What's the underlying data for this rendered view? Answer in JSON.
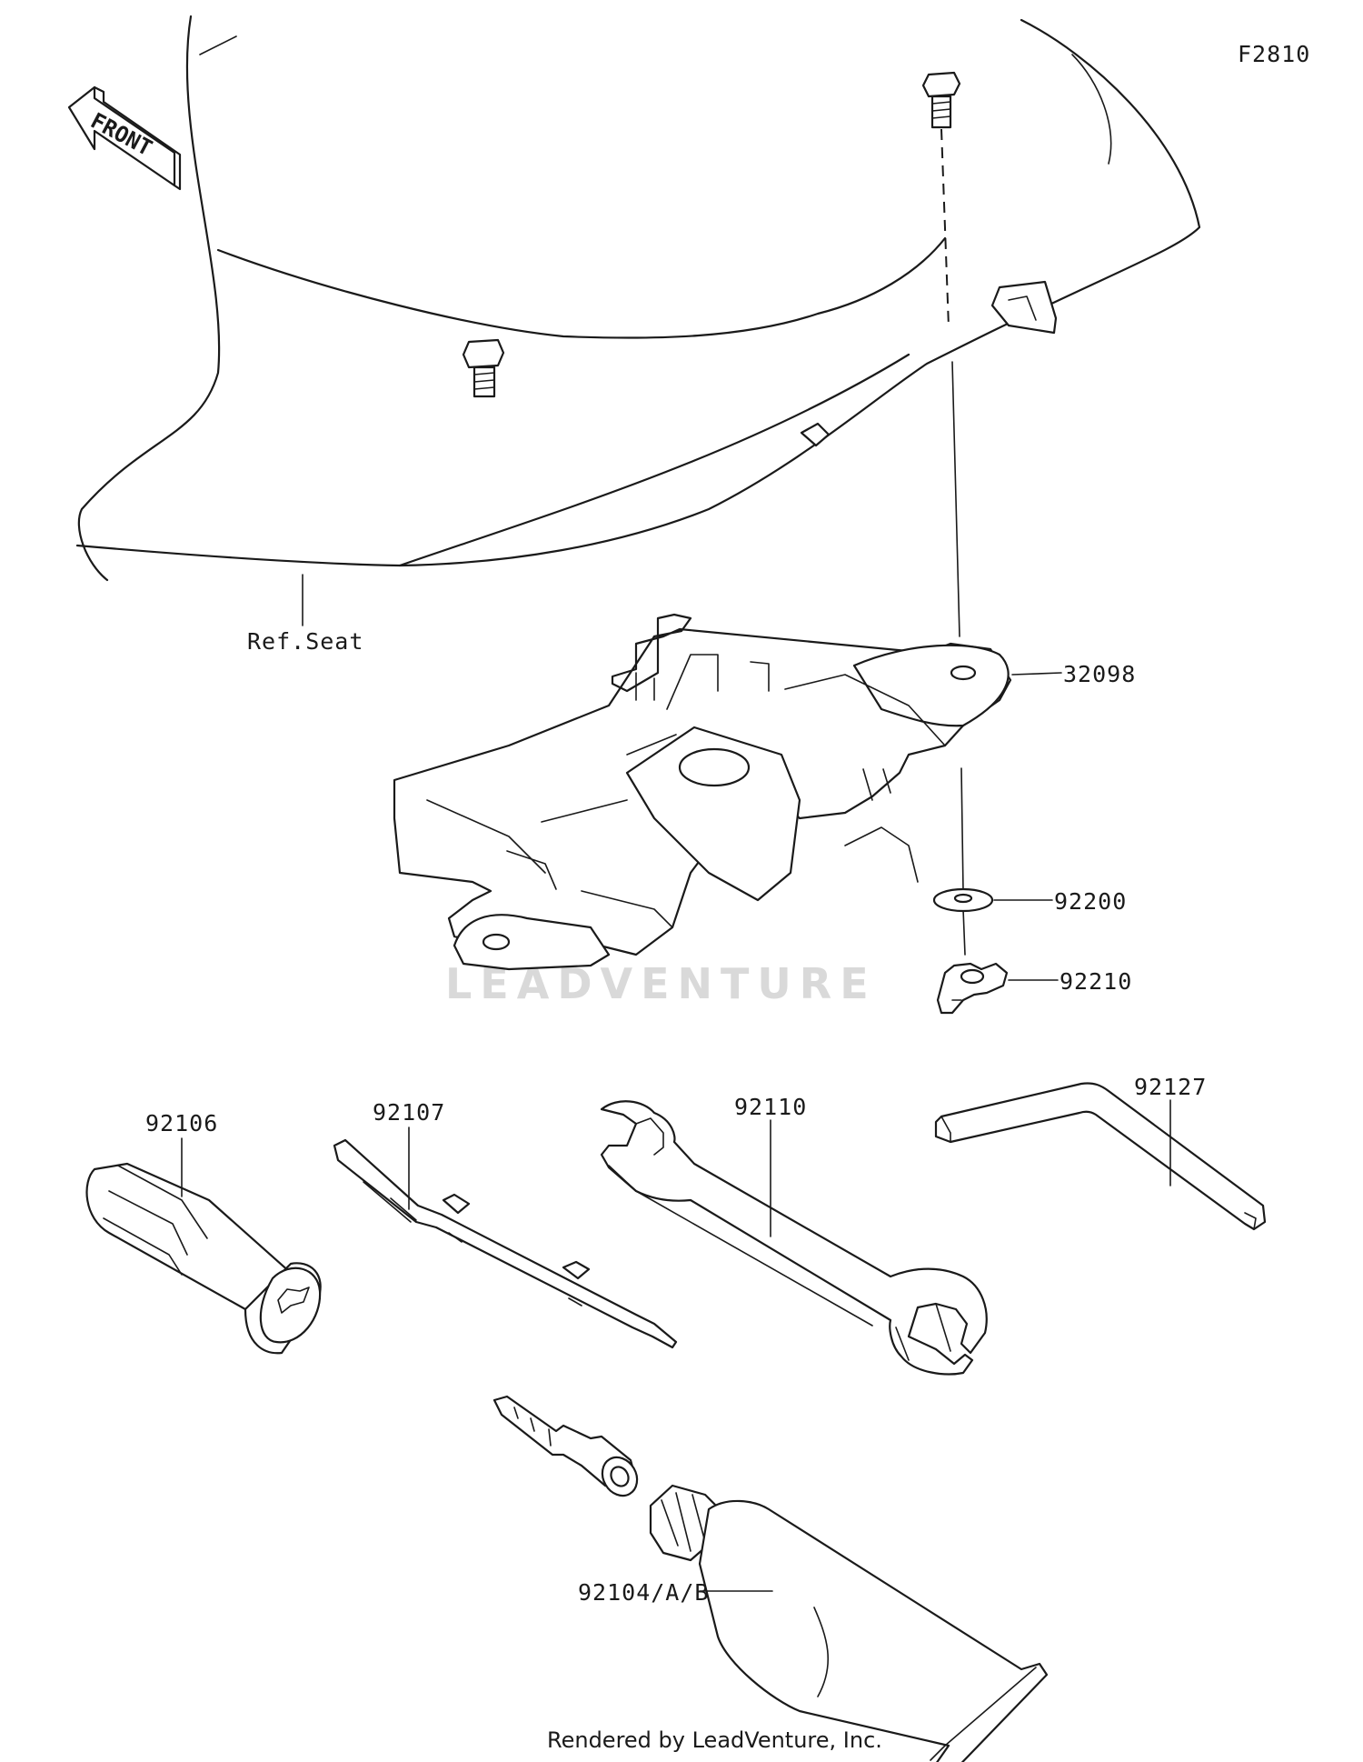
{
  "figure_code": "F2810",
  "front_arrow": "FRONT",
  "callouts": {
    "ref_seat": "Ref.Seat",
    "p32098": "32098",
    "p92200": "92200",
    "p92210": "92210",
    "p92106": "92106",
    "p92107": "92107",
    "p92110": "92110",
    "p92127": "92127",
    "p92104": "92104/A/B"
  },
  "watermark": "LEADVENTURE",
  "footer": "Rendered by LeadVenture, Inc."
}
